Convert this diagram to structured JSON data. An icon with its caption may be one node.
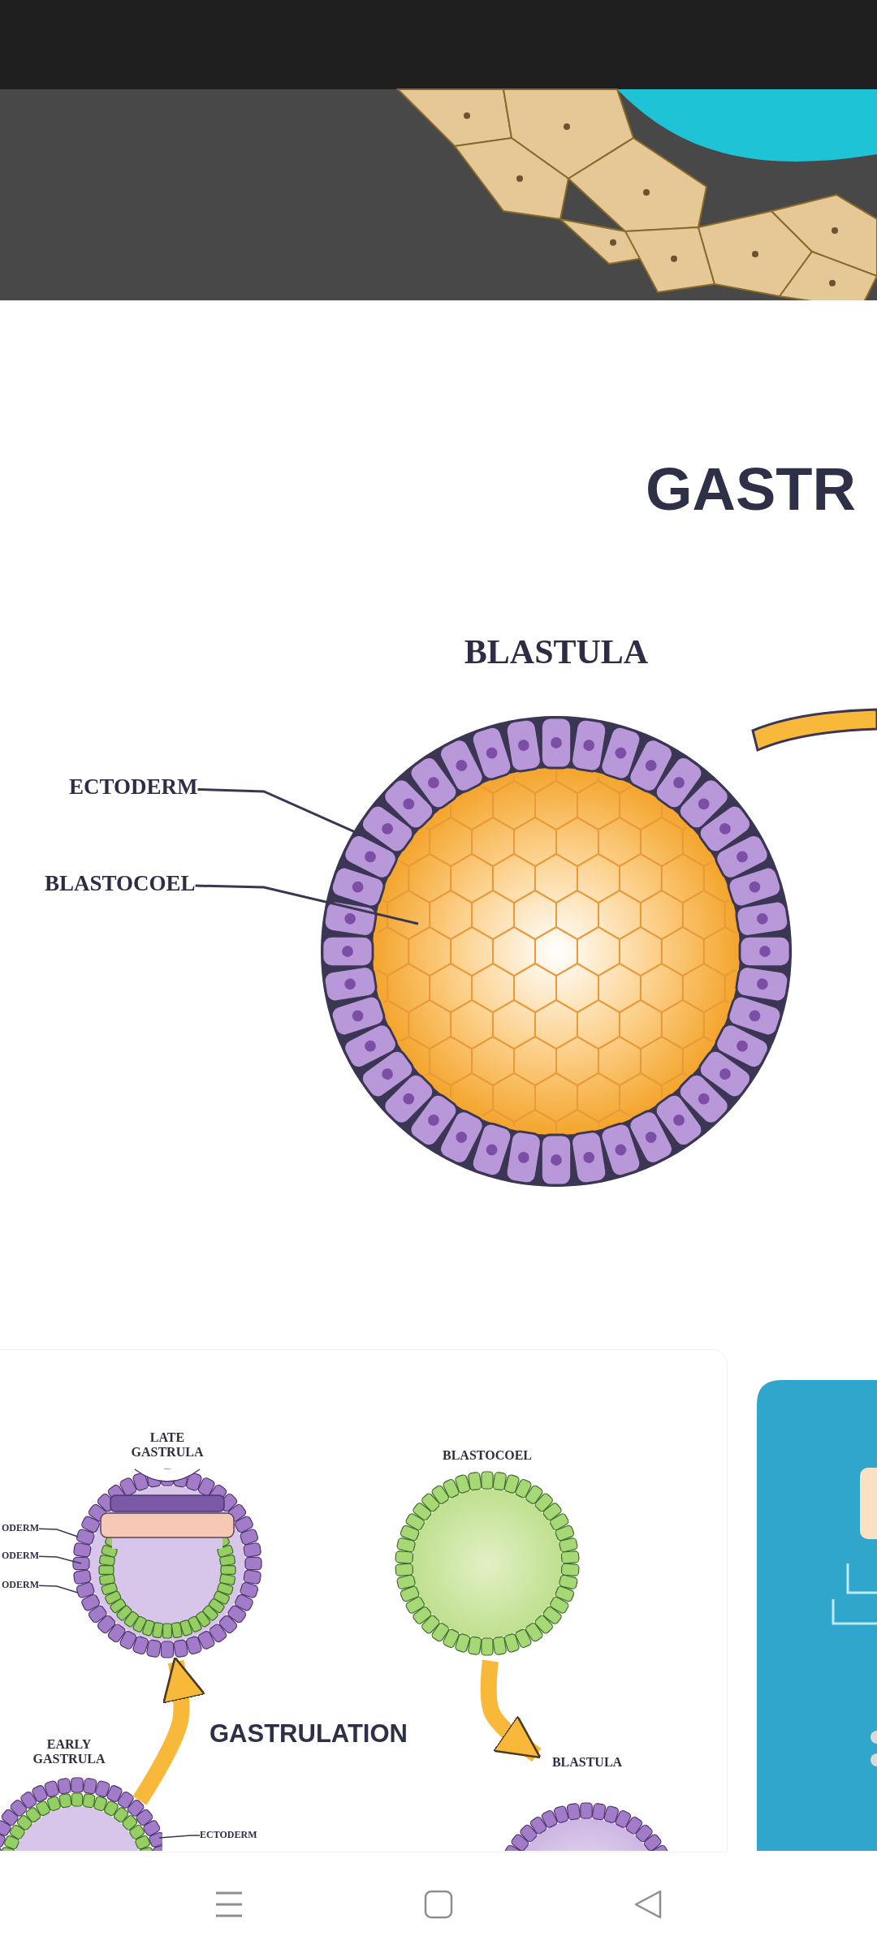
{
  "diagram": {
    "title": "GASTR",
    "nodes": [
      {
        "text": [
          "BLASTULA"
        ]
      },
      {
        "text": [
          "ECTODERM"
        ]
      },
      {
        "text": [
          "BLASTOCOEL"
        ]
      },
      {
        "text": [
          "LATE GASTRULA"
        ]
      },
      {
        "text": [
          "BLASTOCOEL"
        ]
      },
      {
        "text": [
          "EARLY GASTRULA"
        ]
      },
      {
        "text": [
          "BLASTULA"
        ]
      },
      {
        "text": [
          "ODERM"
        ]
      },
      {
        "text": [
          "ODERM"
        ]
      },
      {
        "text": [
          "ODERM"
        ]
      },
      {
        "text": [
          "ECTODERM"
        ]
      },
      {
        "text": [],
        "shape": "arrow"
      }
    ],
    "edges": [
      {
        "from": 1,
        "to": 0,
        "arrow": "none"
      },
      {
        "from": 2,
        "to": 0,
        "arrow": "none"
      },
      {
        "from": 5,
        "to": 3,
        "arrow": "to",
        "style": "thick",
        "color": "#f8b83a"
      },
      {
        "from": 4,
        "to": 6,
        "arrow": "to",
        "style": "thick",
        "color": "#f8b83a"
      },
      {
        "from": 7,
        "to": 3,
        "arrow": "none"
      },
      {
        "from": 8,
        "to": 3,
        "arrow": "none"
      },
      {
        "from": 9,
        "to": 3,
        "arrow": "none"
      },
      {
        "from": 10,
        "to": 5,
        "arrow": "none"
      }
    ],
    "labels": [
      "GASTRULATION"
    ]
  }
}
